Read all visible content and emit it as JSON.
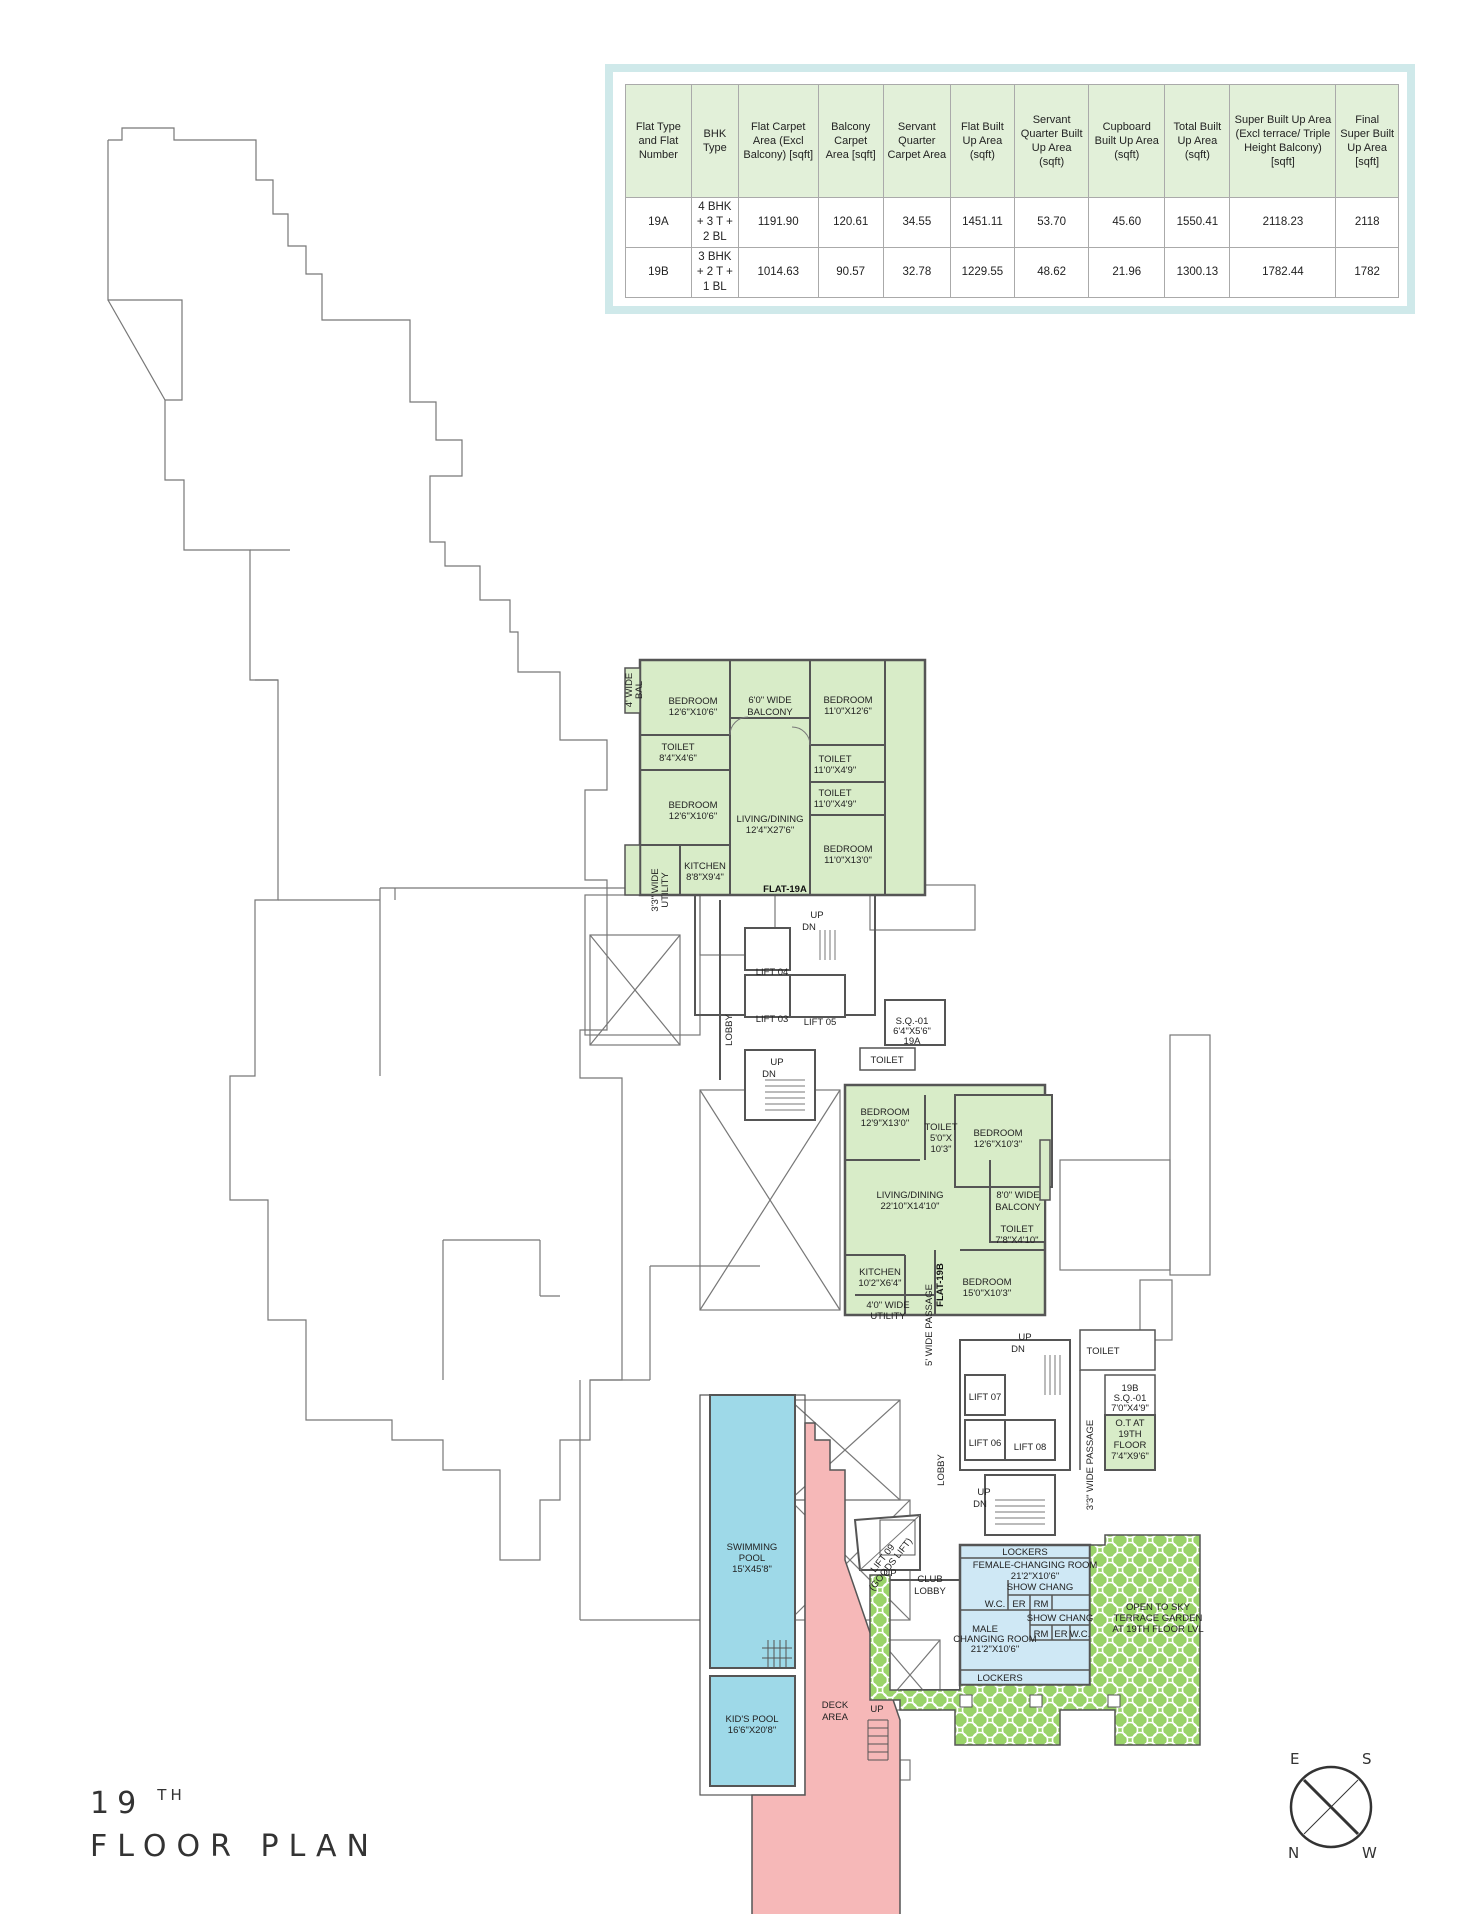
{
  "table": {
    "headers": [
      "Flat Type and Flat Number",
      "BHK Type",
      "Flat Carpet Area (Excl Balcony) [sqft]",
      "Balcony Carpet Area [sqft]",
      "Servant Quarter Carpet Area",
      "Flat Built Up Area (sqft)",
      "Servant Quarter Built Up Area (sqft)",
      "Cupboard Built Up Area (sqft)",
      "Total Built Up Area (sqft)",
      "Super Built Up Area (Excl terrace/ Triple Height Balcony) [sqft]",
      "Final Super Built Up Area [sqft]"
    ],
    "rows": [
      [
        "19A",
        "4 BHK + 3 T + 2 BL",
        "1191.90",
        "120.61",
        "34.55",
        "1451.11",
        "53.70",
        "45.60",
        "1550.41",
        "2118.23",
        "2118"
      ],
      [
        "19B",
        "3 BHK + 2 T + 1 BL",
        "1014.63",
        "90.57",
        "32.78",
        "1229.55",
        "48.62",
        "21.96",
        "1300.13",
        "1782.44",
        "1782"
      ]
    ]
  },
  "flat_19a": {
    "tag": "FLAT-19A",
    "bal_4": [
      "4' WIDE",
      "BAL"
    ],
    "bedroom_nw": [
      "BEDROOM",
      "12'6\"X10'6\""
    ],
    "balcony": [
      "6'0\" WIDE",
      "BALCONY"
    ],
    "bedroom_ne": [
      "BEDROOM",
      "11'0\"X12'6\""
    ],
    "toilet_w": [
      "TOILET",
      "8'4\"X4'6\""
    ],
    "toilet_e1": [
      "TOILET",
      "11'0\"X4'9\""
    ],
    "toilet_e2": [
      "TOILET",
      "11'0\"X4'9\""
    ],
    "bedroom_w": [
      "BEDROOM",
      "12'6\"X10'6\""
    ],
    "living": [
      "LIVING/DINING",
      "12'4\"X27'6\""
    ],
    "bedroom_se": [
      "BEDROOM",
      "11'0\"X13'0\""
    ],
    "utility": [
      "3'3\" WIDE",
      "UTILITY"
    ],
    "kitchen": [
      "KITCHEN",
      "8'8\"X9'4\""
    ]
  },
  "core_1": {
    "up": "UP",
    "dn": "DN",
    "lift_04": "LIFT 04",
    "lift_03": "LIFT 03",
    "lift_05": "LIFT 05",
    "lobby": "LOBBY",
    "sq": [
      "S.Q.-01",
      "6'4\"X5'6\"",
      "19A"
    ],
    "toilet": "TOILET"
  },
  "flat_19b": {
    "tag": "FLAT-19B",
    "bedroom_nw": [
      "BEDROOM",
      "12'9\"X13'0\""
    ],
    "toilet": [
      "TOILET",
      "5'0\"X",
      "10'3\""
    ],
    "bedroom_ne": [
      "BEDROOM",
      "12'6\"X10'3\""
    ],
    "living": [
      "LIVING/DINING",
      "22'10\"X14'10\""
    ],
    "balcony": [
      "8'0\" WIDE",
      "BALCONY"
    ],
    "toilet_2": [
      "TOILET",
      "7'8\"X4'10\""
    ],
    "kitchen": [
      "KITCHEN",
      "10'2\"X6'4\""
    ],
    "passage": "5' WIDE PASSAGE",
    "bedroom_s": [
      "BEDROOM",
      "15'0\"X10'3\""
    ],
    "utility": [
      "4'0\" WIDE",
      "UTILITY"
    ]
  },
  "core_2": {
    "up": "UP",
    "dn": "DN",
    "toilet": "TOILET",
    "lift_07": "LIFT 07",
    "lift_06": "LIFT 06",
    "lift_08": "LIFT 08",
    "lobby": "LOBBY",
    "passage": "3'3\" WIDE PASSAGE",
    "sq": [
      "19B",
      "S.Q.-01",
      "7'0\"X4'9\""
    ],
    "ot": [
      "O.T AT",
      "19TH",
      "FLOOR",
      "7'4\"X9'6\""
    ]
  },
  "club": {
    "pool": [
      "SWIMMING",
      "POOL",
      "15'X45'8\""
    ],
    "kids_pool": [
      "KID'S POOL",
      "16'6\"X20'8\""
    ],
    "deck": [
      "DECK",
      "AREA"
    ],
    "lift_09": [
      "LIFT 09",
      "(GOODS LIFT)"
    ],
    "up": "UP",
    "club_lobby": [
      "CLUB",
      "LOBBY"
    ],
    "lockers_top": "LOCKERS",
    "female": [
      "FEMALE-CHANGING ROOM",
      "21'2\"X10'6\""
    ],
    "show_chang_1": "SHOW CHANG",
    "wc_1": "W.C.",
    "er_1": "ER",
    "rm_1": "RM",
    "male": [
      "MALE",
      "CHANGING ROOM",
      "21'2\"X10'6\""
    ],
    "show_chang_2": "SHOW CHANG",
    "rm_2": "RM",
    "er_2": "ER",
    "wc_2": "W.C.",
    "lockers_bottom": "LOCKERS",
    "terrace": [
      "OPEN TO SKY",
      "TERRACE GARDEN",
      "AT 19TH FLOOR LVL"
    ],
    "up_2": "UP"
  },
  "title": {
    "number": "19",
    "suffix": "TH",
    "text": "FLOOR PLAN"
  },
  "compass": {
    "e": "E",
    "s": "S",
    "n": "N",
    "w": "W"
  }
}
